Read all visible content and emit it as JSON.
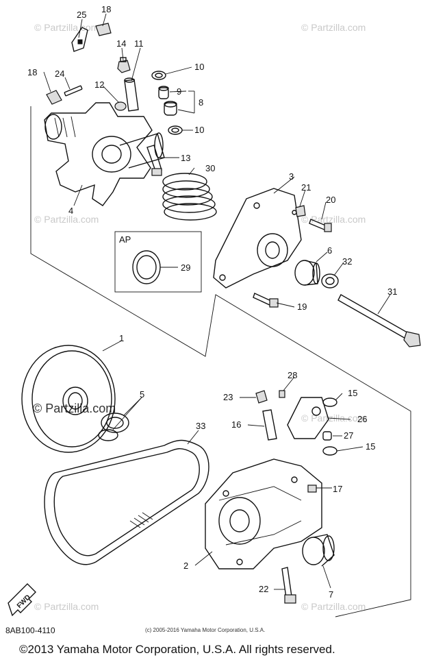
{
  "diagram": {
    "drawing_code": "8AB100-4110",
    "small_copyright": "(c) 2005-2016 Yamaha Motor Corporation, U.S.A.",
    "copyright": "©2013 Yamaha Motor Corporation, U.S.A. All rights reserved.",
    "watermark": "© Partzilla.com",
    "watermark_dark": "© Partzilla.com",
    "ap_label": "AP",
    "fwd_label": "FWD",
    "callouts": {
      "c1": "1",
      "c2": "2",
      "c3": "3",
      "c4": "4",
      "c5": "5",
      "c6": "6",
      "c7": "7",
      "c8": "8",
      "c9": "9",
      "c10a": "10",
      "c10b": "10",
      "c11": "11",
      "c12": "12",
      "c13": "13",
      "c14": "14",
      "c15a": "15",
      "c15b": "15",
      "c16": "16",
      "c17": "17",
      "c18a": "18",
      "c18b": "18",
      "c19": "19",
      "c20": "20",
      "c21": "21",
      "c22": "22",
      "c23": "23",
      "c24": "24",
      "c25": "25",
      "c26": "26",
      "c27": "27",
      "c28": "28",
      "c29": "29",
      "c30": "30",
      "c31": "31",
      "c32": "32",
      "c33": "33"
    }
  }
}
